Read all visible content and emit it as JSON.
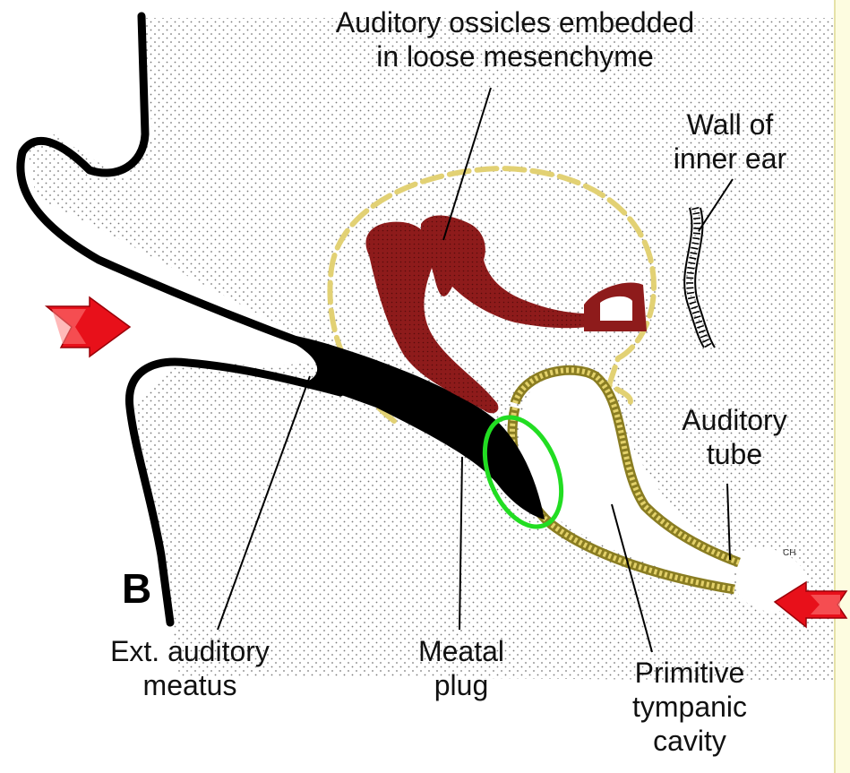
{
  "labels": {
    "ossicles_line1": "Auditory ossicles embedded",
    "ossicles_line2": "in loose mesenchyme",
    "wall_line1": "Wall of",
    "wall_line2": "inner ear",
    "tube_line1": "Auditory",
    "tube_line2": "tube",
    "meatus_line1": "Ext. auditory",
    "meatus_line2": "meatus",
    "plug_line1": "Meatal",
    "plug_line2": "plug",
    "cavity_line1": "Primitive",
    "cavity_line2": "tympanic",
    "cavity_line3": "cavity"
  },
  "panel_letter": "B",
  "corner_mark": "CH",
  "colors": {
    "side_panel": "#fdfce0",
    "stipple": "#7a7a7a",
    "outline": "#000000",
    "ossicles": "#8e1b1b",
    "mesenchyme_border": "#e2d174",
    "tube_wall": "#c9b63e",
    "highlight": "#22dd22",
    "arrow": "#e8101a"
  },
  "icons": [
    "arrow-right-icon",
    "arrow-left-icon"
  ]
}
